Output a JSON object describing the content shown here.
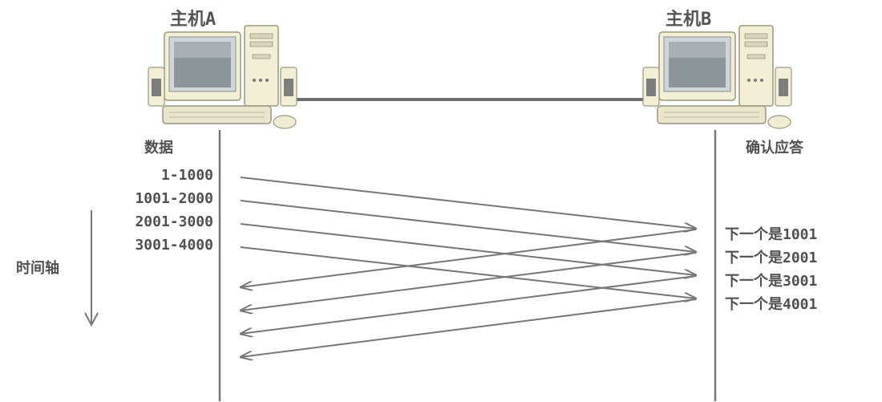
{
  "hosts": {
    "a": {
      "title": "主机A",
      "column_label": "数据"
    },
    "b": {
      "title": "主机B",
      "column_label": "确认应答"
    }
  },
  "time_axis_label": "时间轴",
  "segments": [
    "1-1000",
    "1001-2000",
    "2001-3000",
    "3001-4000"
  ],
  "acks": [
    "下一个是1001",
    "下一个是2001",
    "下一个是3001",
    "下一个是4001"
  ],
  "colors": {
    "line": "#777777",
    "text": "#505050",
    "computer_body": "#f2efd6",
    "computer_outline": "#9a977f",
    "screen_bezel": "#cfd6d8",
    "screen": "#8c9599",
    "cable": "#6d6d6d"
  },
  "icons": [
    "desktop-computer-icon",
    "desktop-computer-icon",
    "down-arrow-icon"
  ]
}
